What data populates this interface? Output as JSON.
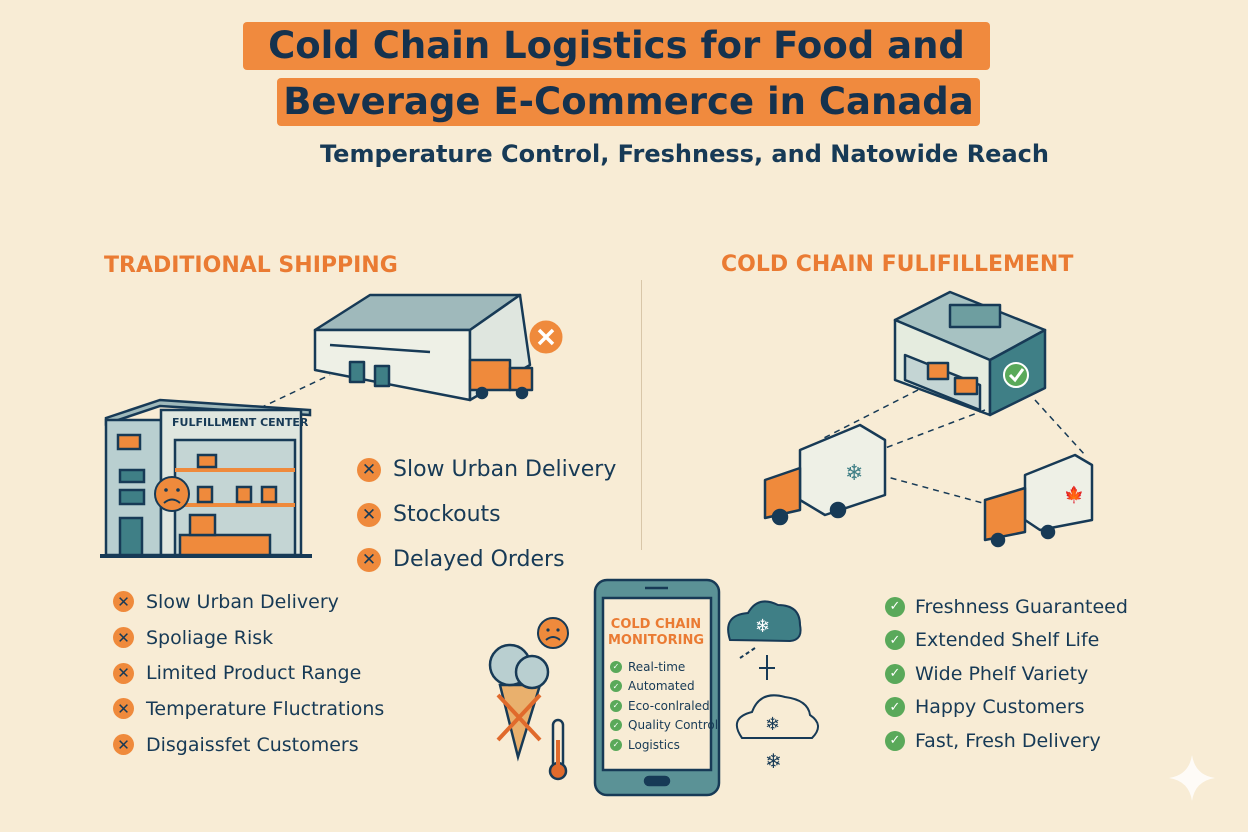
{
  "header": {
    "title_line1": "Cold Chain Logistics for  Food and",
    "title_line2": "Beverage E-Commerce in Canada",
    "subtitle": "Temperature Control, Freshness, and Natowide Reach"
  },
  "left": {
    "heading": "TRADITIONAL SHIPPING",
    "building_sign": "FULFILLMENT CENTER",
    "middle_items": [
      "Slow Urban Delivery",
      "Stockouts",
      "Delayed Orders"
    ],
    "lower_items": [
      "Slow Urban Delivery",
      "Spoliage Risk",
      "Limited Product Range",
      "Temperature Fluctrations",
      "Disgaissfet Customers"
    ]
  },
  "right": {
    "heading": "COLD CHAIN FULIFILLEMENT",
    "items": [
      "Freshness Guaranteed",
      "Extended Shelf Life",
      "Wide Phelf Variety",
      "Happy Customers",
      "Fast, Fresh Delivery"
    ]
  },
  "phone": {
    "title_line1": "COLD CHAIN",
    "title_line2": "MONITORING",
    "items": [
      "Real-time",
      "Automated",
      "Eco-conlraled",
      "Quality Control",
      "Logistics"
    ]
  },
  "icons": {
    "negative": "x-circle-icon",
    "positive": "check-circle-icon",
    "x_glyph": "✕",
    "check_glyph": "✓"
  },
  "colors": {
    "background": "#f8ecd5",
    "accent_orange": "#f08a3e",
    "navy": "#173a56",
    "teal": "#3f7f86",
    "green": "#5aa95a"
  }
}
